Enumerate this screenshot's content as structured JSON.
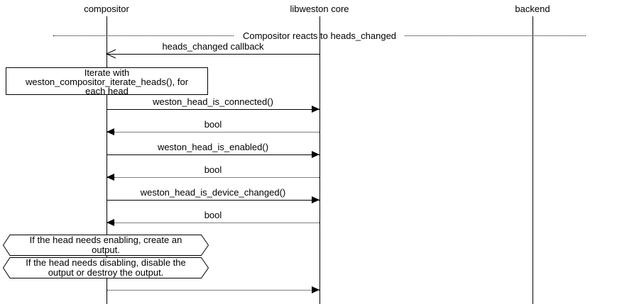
{
  "diagram": {
    "participants": [
      {
        "name": "compositor"
      },
      {
        "name": "libweston core"
      },
      {
        "name": "backend"
      }
    ],
    "divider": {
      "label": "Compositor reacts to heads_changed"
    },
    "messages": [
      {
        "label": "heads_changed callback",
        "from": "libweston core",
        "to": "compositor",
        "line": "solid",
        "arrowhead": "open"
      },
      {
        "label": "weston_head_is_connected()",
        "from": "compositor",
        "to": "libweston core",
        "line": "solid",
        "arrowhead": "filled"
      },
      {
        "label": "bool",
        "from": "libweston core",
        "to": "compositor",
        "line": "dotted",
        "arrowhead": "filled"
      },
      {
        "label": "weston_head_is_enabled()",
        "from": "compositor",
        "to": "libweston core",
        "line": "solid",
        "arrowhead": "filled"
      },
      {
        "label": "bool",
        "from": "libweston core",
        "to": "compositor",
        "line": "dotted",
        "arrowhead": "filled"
      },
      {
        "label": "weston_head_is_device_changed()",
        "from": "compositor",
        "to": "libweston core",
        "line": "solid",
        "arrowhead": "filled"
      },
      {
        "label": "bool",
        "from": "libweston core",
        "to": "compositor",
        "line": "dotted",
        "arrowhead": "filled"
      },
      {
        "label": "",
        "from": "compositor",
        "to": "libweston core",
        "line": "dotted",
        "arrowhead": "filled"
      }
    ],
    "note": {
      "lines": [
        "Iterate with",
        "weston_compositor_iterate_heads(), for",
        "each head"
      ]
    },
    "conditions": [
      {
        "lines": [
          "If the head needs enabling, create an",
          "output."
        ]
      },
      {
        "lines": [
          "If the head needs disabling, disable the",
          "output or destroy the output."
        ]
      }
    ],
    "colors": {
      "line": "#000000",
      "background": "#ffffff"
    }
  }
}
